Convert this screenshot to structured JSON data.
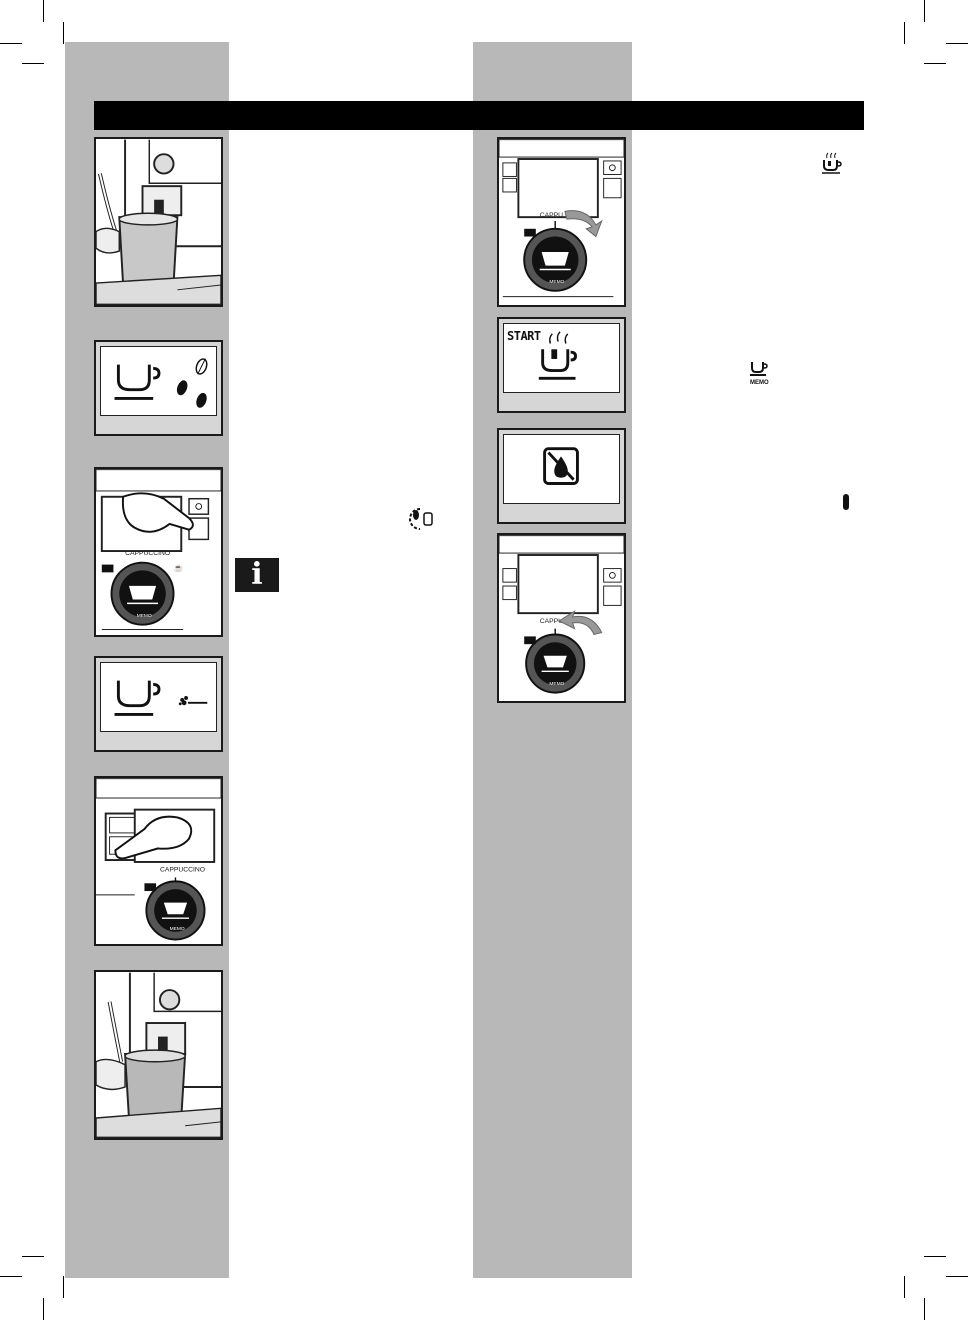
{
  "panels": {
    "dial_label": "CAPPUCCINO",
    "dial_label_partial": "CAPPU",
    "memo_label": "MEMO",
    "start_label": "START"
  },
  "icons": {
    "cup_steam_icon": "cup-with-steam-icon",
    "memo_cup_icon": "memo-cup-icon",
    "cycle_icon": "circular-refresh-icon",
    "info_icon": "info-icon",
    "indicator_icon": "indicator-pill-icon"
  },
  "info_box": {
    "symbol": "i"
  },
  "colors": {
    "band": "#b8b8b8",
    "header": "#000000"
  }
}
